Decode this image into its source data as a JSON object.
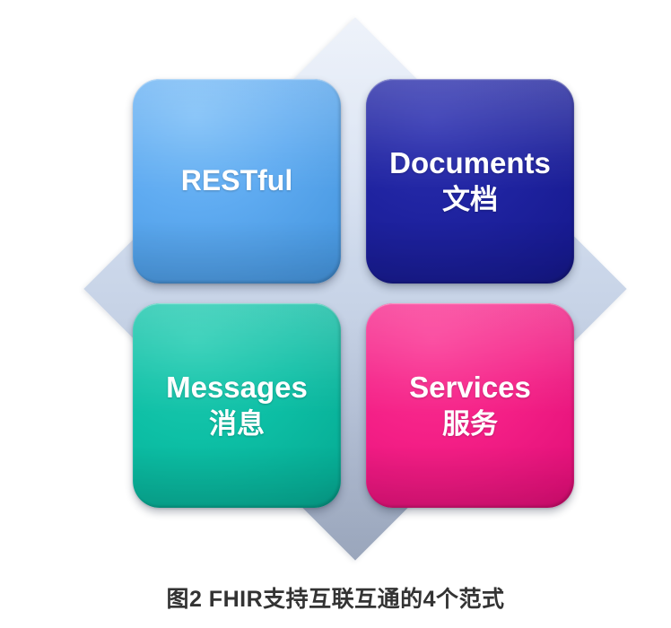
{
  "figure": {
    "caption": "图2 FHIR支持互联互通的4个范式",
    "background_shape": "diamond",
    "colors": {
      "diamond_light": "#dde6f5",
      "diamond_dark": "#a8b4c8",
      "restful": "#5fabf1",
      "documents": "#1f23a0",
      "messages": "#0dbfa5",
      "services": "#f41f86",
      "label_text": "#ffffff",
      "caption_text": "#333333"
    }
  },
  "tiles": [
    {
      "id": "restful",
      "label_en": "RESTful",
      "label_zh": "",
      "position": "top-left"
    },
    {
      "id": "documents",
      "label_en": "Documents",
      "label_zh": "文档",
      "position": "top-right"
    },
    {
      "id": "messages",
      "label_en": "Messages",
      "label_zh": "消息",
      "position": "bottom-left"
    },
    {
      "id": "services",
      "label_en": "Services",
      "label_zh": "服务",
      "position": "bottom-right"
    }
  ]
}
